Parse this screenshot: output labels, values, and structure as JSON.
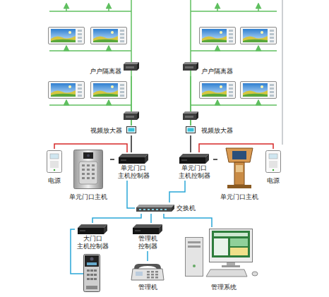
{
  "diagram": {
    "nodes": [
      {
        "text": [
          "户户隔离器"
        ]
      },
      {
        "text": [
          "户户隔离器"
        ]
      },
      {
        "text": [
          "视频放大器"
        ]
      },
      {
        "text": [
          "视频放大器"
        ]
      },
      {
        "text": [
          "电源"
        ]
      },
      {
        "text": [
          "单元门口主机"
        ]
      },
      {
        "text": [
          "单元门口 主机控制器"
        ]
      },
      {
        "text": [
          "单元门口 主机控制器"
        ]
      },
      {
        "text": [
          "单元门口主机"
        ]
      },
      {
        "text": [
          "电源"
        ]
      },
      {
        "text": [
          "交换机"
        ]
      },
      {
        "text": [
          "大门口 主机控制器"
        ]
      },
      {
        "text": [
          "管理机 控制器"
        ]
      },
      {
        "text": [
          "管理机"
        ]
      },
      {
        "text": [
          "管理系统"
        ]
      }
    ],
    "edges": [
      {
        "from": 2,
        "to": 0,
        "arrow": "none"
      },
      {
        "from": 3,
        "to": 1,
        "arrow": "none"
      },
      {
        "from": 6,
        "to": 2,
        "arrow": "none"
      },
      {
        "from": 7,
        "to": 3,
        "arrow": "none"
      },
      {
        "from": 4,
        "to": 6,
        "arrow": "none"
      },
      {
        "from": 5,
        "to": 6,
        "arrow": "none"
      },
      {
        "from": 9,
        "to": 7,
        "arrow": "none"
      },
      {
        "from": 8,
        "to": 7,
        "arrow": "none"
      },
      {
        "from": 6,
        "to": 10,
        "arrow": "none"
      },
      {
        "from": 7,
        "to": 10,
        "arrow": "none"
      },
      {
        "from": 10,
        "to": 11,
        "arrow": "none"
      },
      {
        "from": 10,
        "to": 12,
        "arrow": "none"
      },
      {
        "from": 10,
        "to": 14,
        "arrow": "none"
      },
      {
        "from": 12,
        "to": 13,
        "arrow": "none"
      }
    ]
  }
}
